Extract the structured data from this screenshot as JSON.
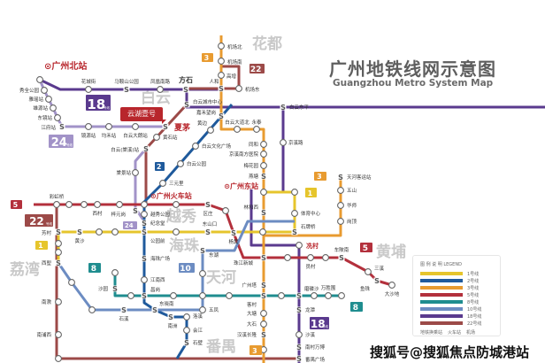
{
  "title": "广州地铁线网示意图",
  "subtitle": "Guangzhou Metro System Map",
  "promo_label": "云湖壹号",
  "watermark": "搜狐号@搜狐焦点防城港站",
  "colors": {
    "line1": "#e6c52c",
    "line2": "#1f5a9c",
    "line3": "#e89b30",
    "line5": "#b3303c",
    "line8": "#1f8d8f",
    "line10": "#6c8cc2",
    "line18": "#5a3a8e",
    "line22": "#9c4a48",
    "line24": "#a293c8"
  },
  "districts": [
    "花都",
    "白云",
    "越秀",
    "海珠",
    "天河",
    "荔湾",
    "番禺",
    "黄埔"
  ],
  "railway_stations": [
    "广州北站",
    "广州火车站",
    "广州东站"
  ],
  "stations": [
    "花城街",
    "马鞍山公园",
    "凤凰南路",
    "方石",
    "人和",
    "机场北",
    "机场南",
    "高增",
    "机场东",
    "白云城市中心",
    "嘉禾望岗",
    "白云东平",
    "京溪路",
    "白云大道北",
    "永泰",
    "同和",
    "京溪南方医院",
    "梅花园",
    "燕塘",
    "林和西",
    "体育中心",
    "石牌桥",
    "天河客运站",
    "五山",
    "华师",
    "岗顶",
    "秀全公园",
    "雅瑶站",
    "雄源站",
    "东镜站",
    "江府站",
    "镜源站",
    "均禾站",
    "白云大朗站",
    "夏茅",
    "黄石站",
    "白云(棠溪)站",
    "棠景站",
    "黄边",
    "白云文化广场",
    "白云公园",
    "三元里",
    "彩虹桥",
    "西村",
    "梓元岗",
    "越秀公园",
    "纪念堂",
    "区庄",
    "芳村",
    "黄沙",
    "公园前",
    "东山口",
    "杨箕",
    "西塱",
    "海珠广场",
    "东湖",
    "珠江新城",
    "冼村",
    "员村",
    "车陂南",
    "三溪",
    "鱼珠",
    "大沙地",
    "沙园",
    "江南西",
    "昌岗",
    "广州塔",
    "客村",
    "磨碟沙",
    "万胜围",
    "南漖",
    "石溪",
    "东晓南",
    "五凤",
    "南洲",
    "洛溪",
    "会江",
    "石壁",
    "南浦西",
    "大塘",
    "大石",
    "汉溪长隆",
    "龙潭",
    "沙溪",
    "南村万博",
    "番禺广场"
  ],
  "badges": [
    "18",
    "24",
    "22",
    "3",
    "2",
    "5",
    "22",
    "1",
    "8",
    "10",
    "24",
    "1",
    "3",
    "5",
    "8",
    "18",
    "3"
  ],
  "badge_suffix": "号线",
  "legend": {
    "title": "图 例 说 明   LEGEND",
    "items": [
      {
        "label": "1号线",
        "color": "#e6c52c"
      },
      {
        "label": "2号线",
        "color": "#1f5a9c"
      },
      {
        "label": "3号线",
        "color": "#e89b30"
      },
      {
        "label": "5号线",
        "color": "#b3303c"
      },
      {
        "label": "8号线",
        "color": "#1f8d8f"
      },
      {
        "label": "10号线",
        "color": "#6c8cc2"
      },
      {
        "label": "18号线",
        "color": "#5a3a8e"
      },
      {
        "label": "22号线",
        "color": "#9c4a48"
      }
    ],
    "footer": [
      "地铁换乘站",
      "火车站",
      "机场"
    ]
  }
}
